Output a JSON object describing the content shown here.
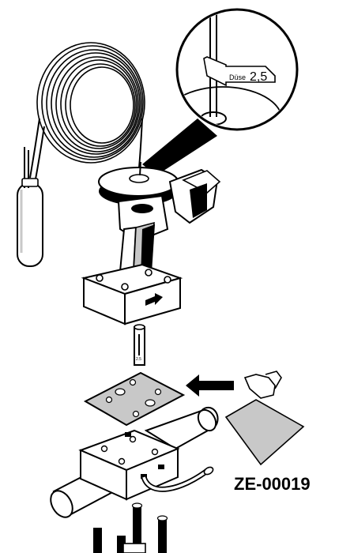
{
  "diagram": {
    "drawing_code": "ZE-00019",
    "nozzle_label": "Düse",
    "nozzle_size": "2,5",
    "orifice_marking": "2.5",
    "colors": {
      "line": "#000000",
      "fill": "#ffffff",
      "shade": "#c8c8c8"
    }
  }
}
